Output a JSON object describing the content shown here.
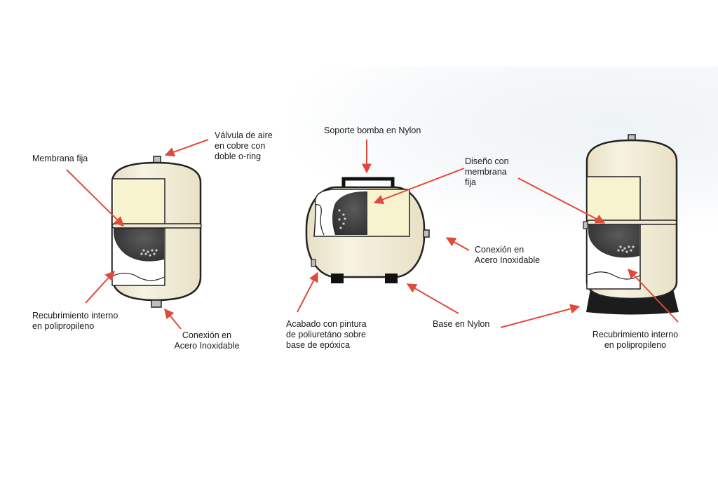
{
  "colors": {
    "tank_body": "#f3eed8",
    "tank_outline": "#222222",
    "membrane": "#3a3a3a",
    "inner_panel": "#f8f3cf",
    "arrow": "#e04a3b",
    "base": "#1c1c1c"
  },
  "labels": {
    "membrana_fija": [
      "Membrana fija"
    ],
    "valvula_aire": [
      "Válvula de aire",
      "en cobre con",
      "doble o-ring"
    ],
    "recubrimiento_left": [
      "Recubrimiento interno",
      "en polipropileno"
    ],
    "conexion_left": [
      "Conexión en",
      "Acero Inoxidable"
    ],
    "soporte_bomba": [
      "Soporte bomba en Nylon"
    ],
    "diseno_membrana": [
      "Diseño con",
      "membrana",
      "fija"
    ],
    "conexion_center": [
      "Conexión en",
      "Acero Inoxidable"
    ],
    "acabado": [
      "Acabado con pintura",
      "de poliuretáno sobre",
      "base de epóxica"
    ],
    "base_nylon": [
      "Base en Nylon"
    ],
    "recubrimiento_right": [
      "Recubrimiento interno",
      "en polipropileno"
    ]
  }
}
